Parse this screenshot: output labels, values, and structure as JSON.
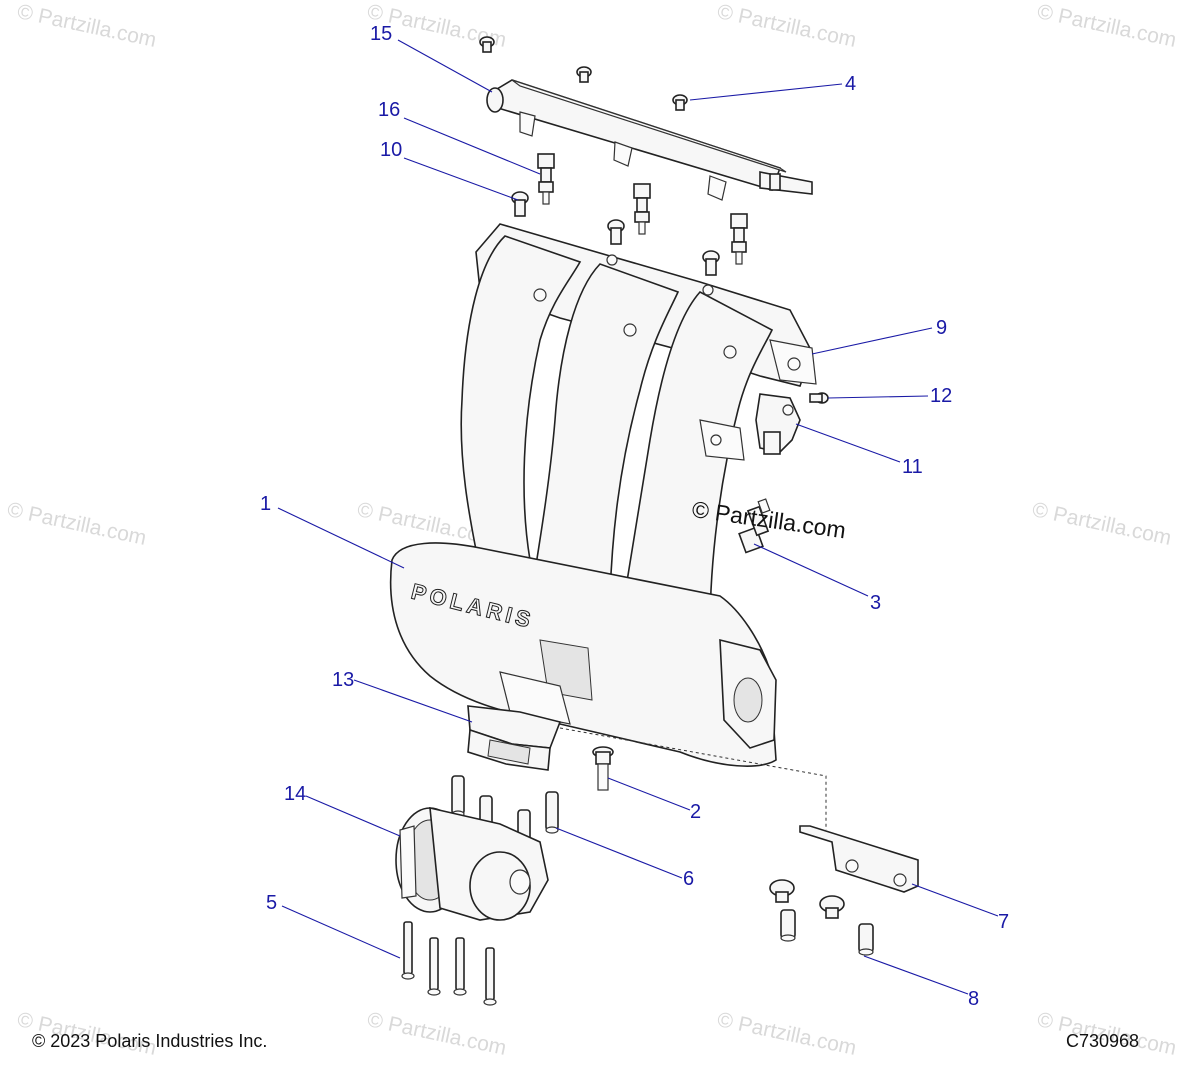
{
  "watermark": "© Partzilla.com",
  "center_watermark": "© Partzilla.com",
  "footer": {
    "copyright": "© 2023 Polaris Industries Inc.",
    "diagram_code": "C730968"
  },
  "callouts": [
    {
      "id": "c1",
      "label": "1"
    },
    {
      "id": "c2",
      "label": "2"
    },
    {
      "id": "c3",
      "label": "3"
    },
    {
      "id": "c4",
      "label": "4"
    },
    {
      "id": "c5",
      "label": "5"
    },
    {
      "id": "c6",
      "label": "6"
    },
    {
      "id": "c7",
      "label": "7"
    },
    {
      "id": "c8",
      "label": "8"
    },
    {
      "id": "c9",
      "label": "9"
    },
    {
      "id": "c10",
      "label": "10"
    },
    {
      "id": "c11",
      "label": "11"
    },
    {
      "id": "c12",
      "label": "12"
    },
    {
      "id": "c13",
      "label": "13"
    },
    {
      "id": "c14",
      "label": "14"
    },
    {
      "id": "c15",
      "label": "15"
    },
    {
      "id": "c16",
      "label": "16"
    }
  ],
  "manifold_brand": "POLARIS",
  "colors": {
    "callout": "#1a1aa6",
    "line": "#222222",
    "watermark": "#d9d9d9"
  }
}
